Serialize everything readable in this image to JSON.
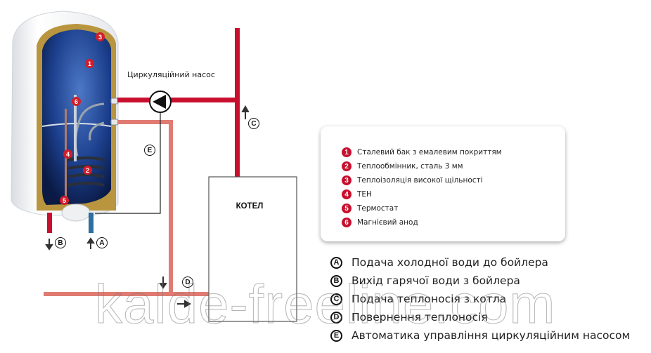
{
  "diagram": {
    "pump_label": "Циркуляційний насос",
    "boiler_label": "КОТЕЛ",
    "tank_markers": [
      "1",
      "2",
      "3",
      "4",
      "5",
      "6"
    ],
    "port_labels": {
      "A": "A",
      "B": "B",
      "C": "C",
      "D": "D",
      "E": "E"
    },
    "colors": {
      "hot_pipe": "#c8102e",
      "return_pipe": "#e07b72",
      "cold_pipe": "#2e6f9e",
      "badge": "#c8102e",
      "tank_blue": "#1e4a9a",
      "insulation": "#b8953e"
    }
  },
  "components_legend": {
    "items": [
      {
        "num": "1",
        "label": "Сталевий бак з емалевим покриттям"
      },
      {
        "num": "2",
        "label": "Теплообмінник, сталь 3 мм"
      },
      {
        "num": "3",
        "label": "Теплоізоляція високої щільності"
      },
      {
        "num": "4",
        "label": "ТЕН"
      },
      {
        "num": "5",
        "label": "Термостат"
      },
      {
        "num": "6",
        "label": "Магнієвий анод"
      }
    ]
  },
  "flow_legend": {
    "items": [
      {
        "letter": "A",
        "label": "Подача холодної води до бойлера"
      },
      {
        "letter": "B",
        "label": "Вихід гарячої води з бойлера"
      },
      {
        "letter": "C",
        "label": "Подача теплоносія з котла"
      },
      {
        "letter": "D",
        "label": "Повернення теплоносія"
      },
      {
        "letter": "E",
        "label": "Автоматика управління циркуляційним насосом"
      }
    ]
  },
  "watermark": "kalde-freeline.com"
}
